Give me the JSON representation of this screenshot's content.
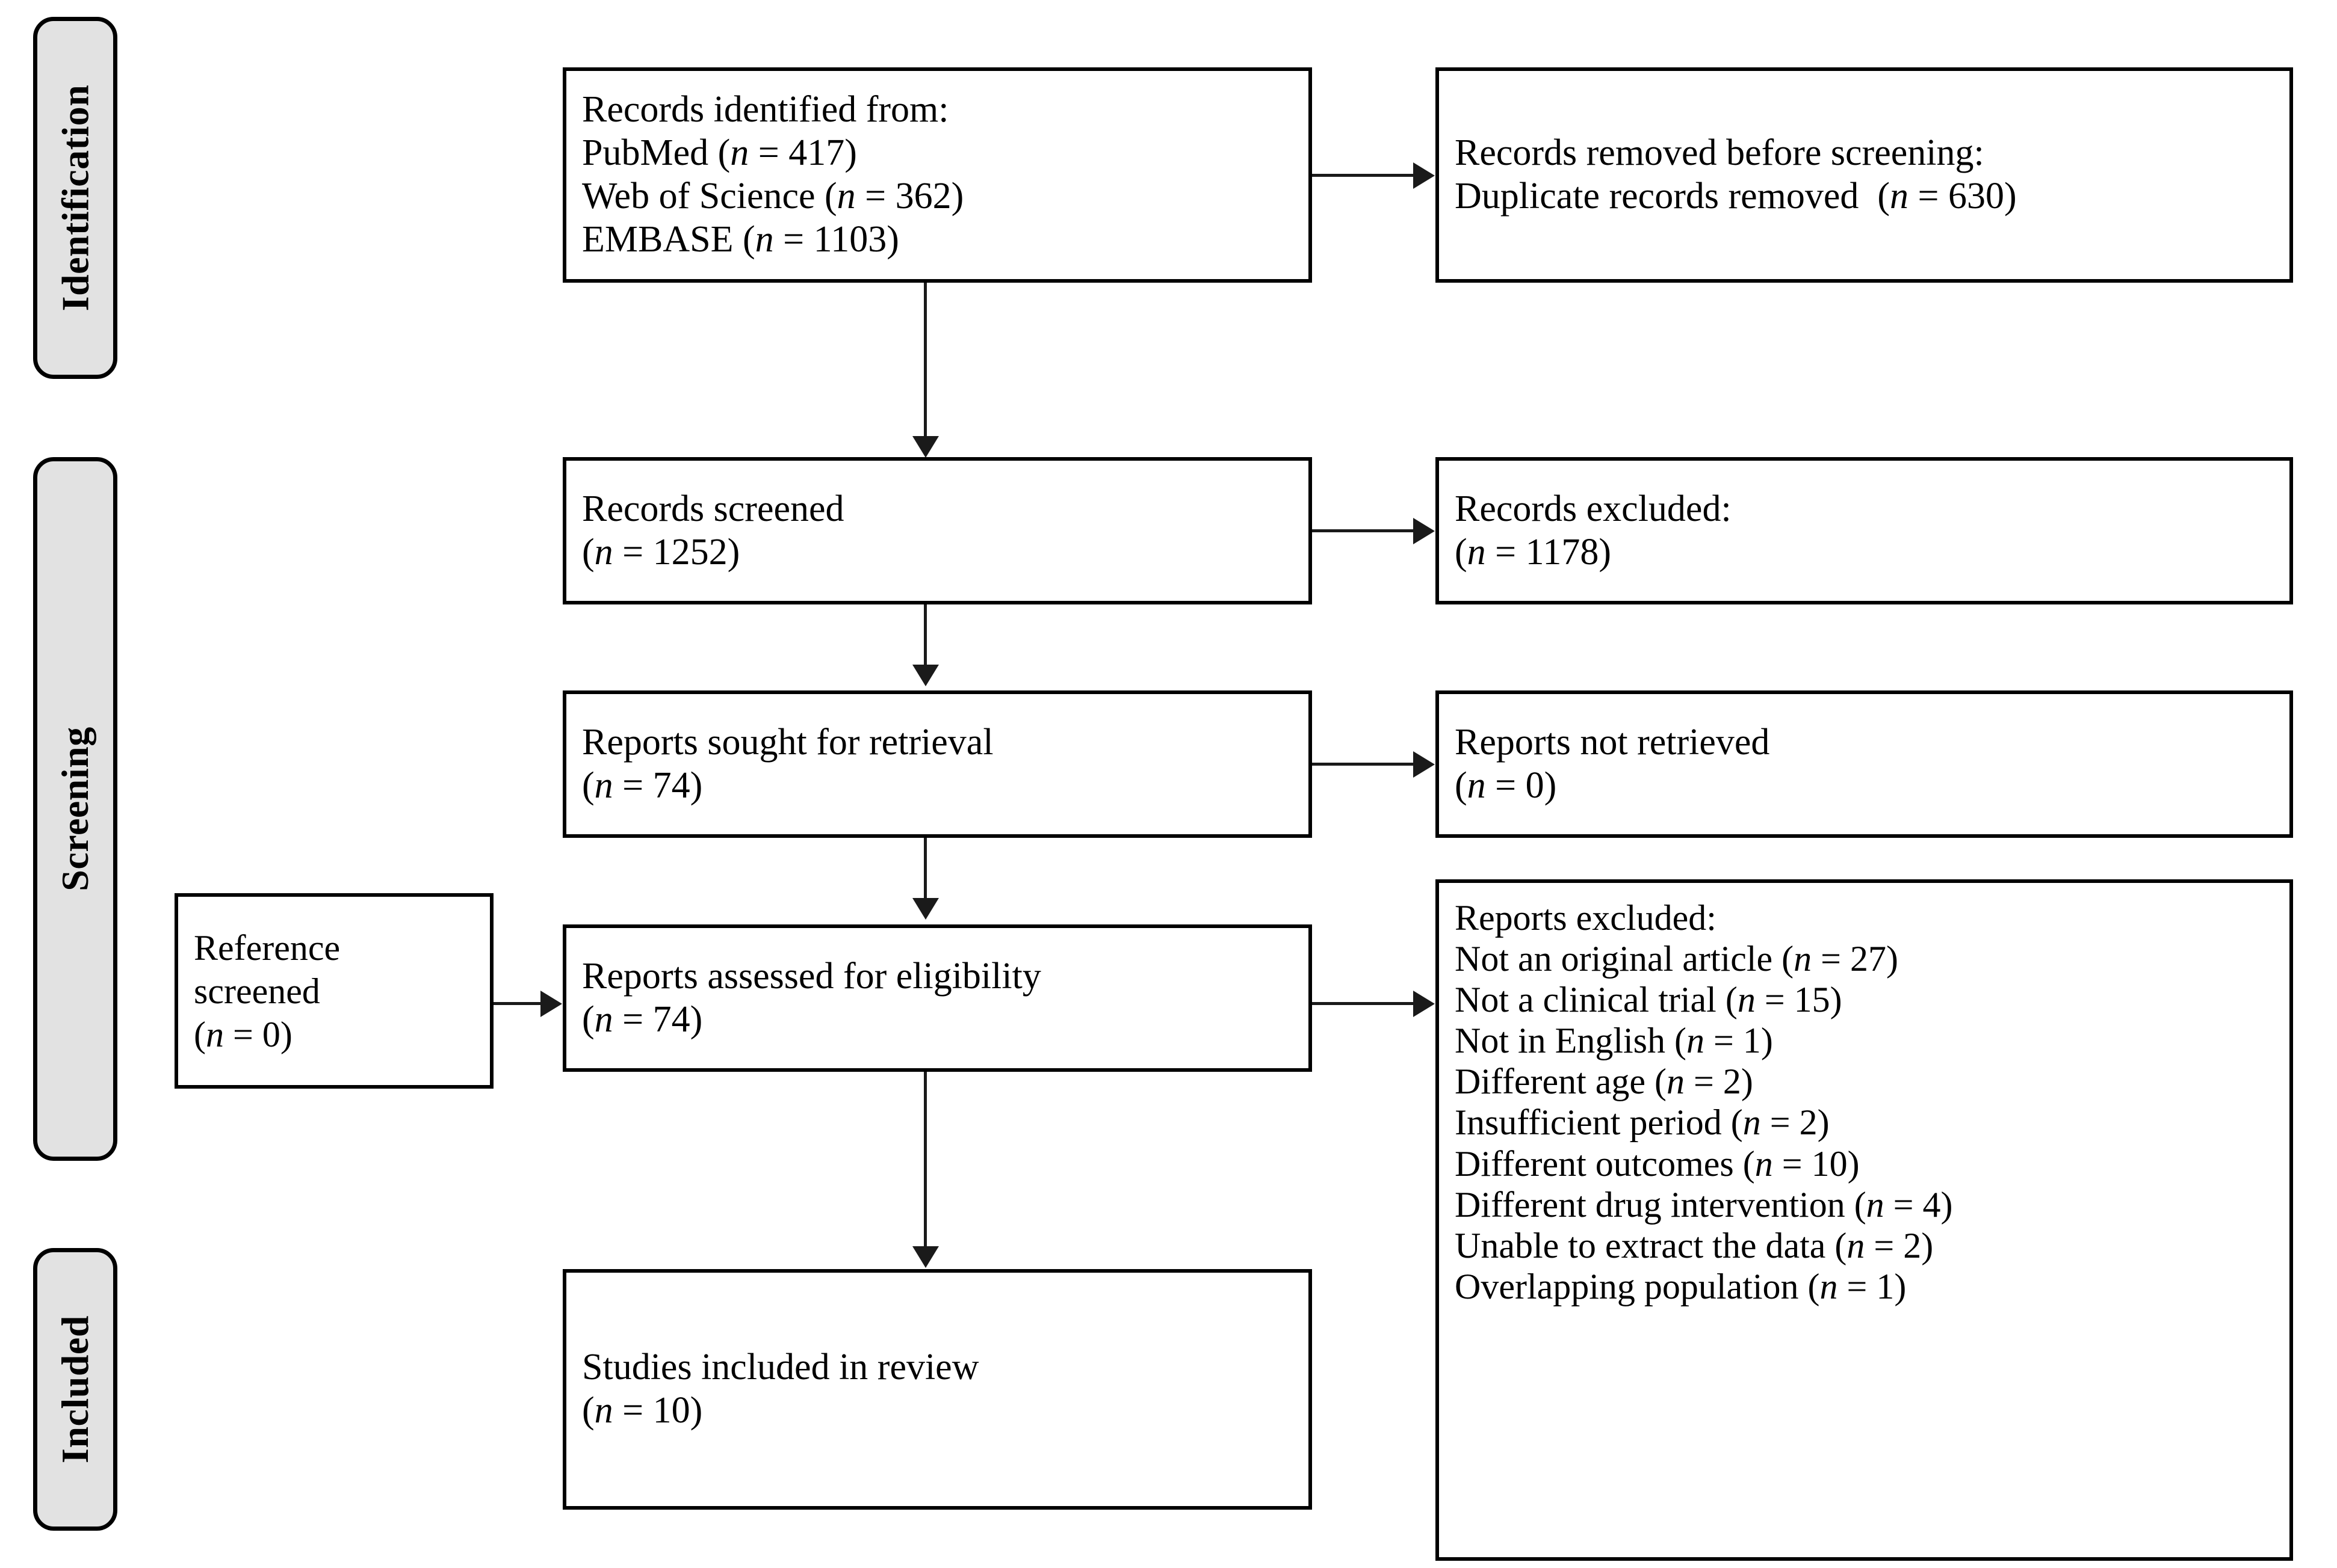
{
  "diagram": {
    "type": "PRISMA flow diagram",
    "stages": [
      {
        "id": "identification",
        "label": "Identification"
      },
      {
        "id": "screening",
        "label": "Screening"
      },
      {
        "id": "included",
        "label": "Included"
      }
    ],
    "boxes": {
      "records_identified": {
        "lines": [
          "Records identified from:",
          "PubMed (n = 417)",
          "Web of Science (n = 362)",
          "EMBASE (n = 1103)"
        ]
      },
      "records_removed": {
        "lines": [
          "Records removed before screening:",
          "Duplicate records removed  (n = 630)"
        ]
      },
      "records_screened": {
        "lines": [
          "Records screened",
          "(n = 1252)"
        ]
      },
      "records_excluded": {
        "lines": [
          "Records excluded:",
          "(n = 1178)"
        ]
      },
      "reports_sought": {
        "lines": [
          "Reports sought for retrieval",
          "(n = 74)"
        ]
      },
      "reports_not_retrieved": {
        "lines": [
          "Reports not retrieved",
          "(n = 0)"
        ]
      },
      "reference_screened": {
        "lines": [
          "Reference",
          "screened",
          "(n = 0)"
        ]
      },
      "reports_assessed": {
        "lines": [
          "Reports assessed for eligibility",
          "(n = 74)"
        ]
      },
      "reports_excluded": {
        "lines": [
          "Reports excluded:",
          "Not an original article (n = 27)",
          "Not a clinical trial (n = 15)",
          "Not in English (n = 1)",
          "Different age (n = 2)",
          "Insufficient period (n = 2)",
          "Different outcomes (n = 10)",
          "Different drug intervention (n = 4)",
          "Unable to extract the data (n = 2)",
          "Overlapping population (n = 1)"
        ]
      },
      "studies_included": {
        "lines": [
          "Studies included in review",
          "(n = 10)"
        ]
      }
    },
    "counts": {
      "pubmed": 417,
      "web_of_science": 362,
      "embase": 1103,
      "duplicates_removed": 630,
      "records_screened": 1252,
      "records_excluded": 1178,
      "reports_sought": 74,
      "reports_not_retrieved": 0,
      "reference_screened": 0,
      "reports_assessed": 74,
      "not_an_original_article": 27,
      "not_a_clinical_trial": 15,
      "not_in_english": 1,
      "different_age": 2,
      "insufficient_period": 2,
      "different_outcomes": 10,
      "different_drug_intervention": 4,
      "unable_to_extract_data": 2,
      "overlapping_population": 1,
      "studies_included": 10
    },
    "colors": {
      "stage_fill": "#e2e2e2",
      "border": "#000000",
      "connector": "#1a1a1a",
      "background": "#ffffff",
      "text": "#000000"
    }
  }
}
